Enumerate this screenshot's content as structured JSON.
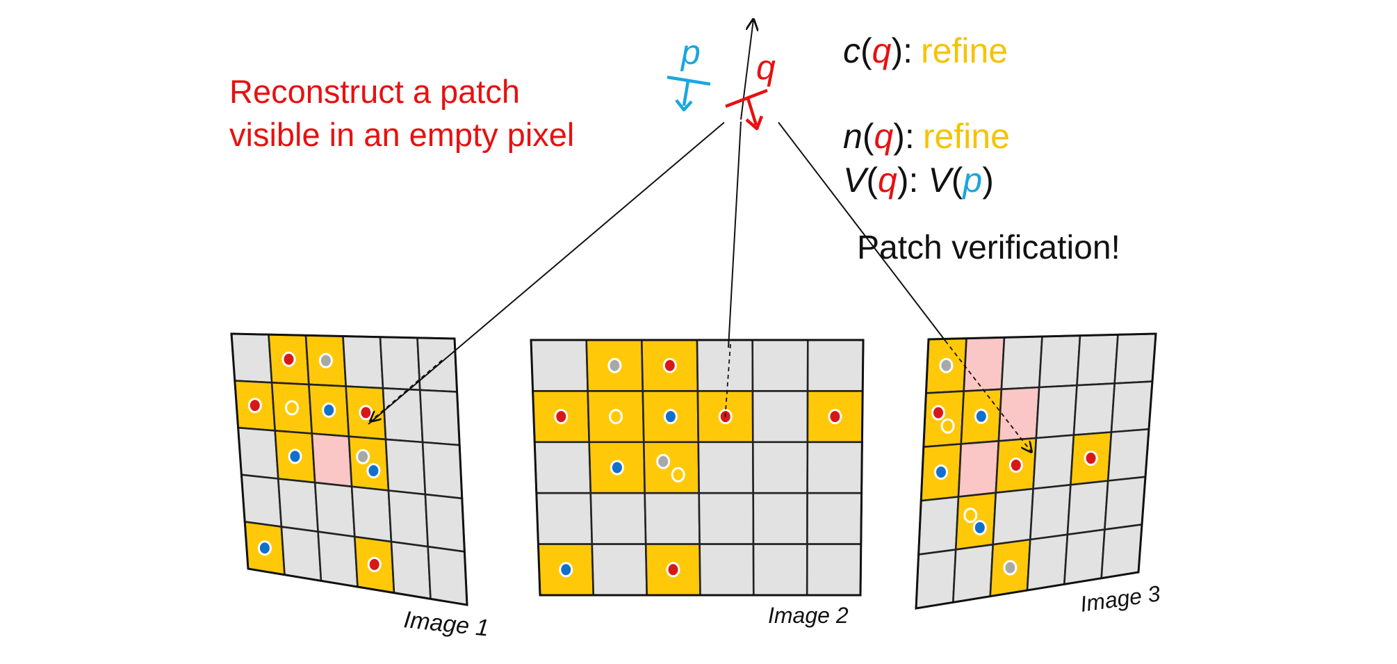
{
  "heading": {
    "line1": "Reconstruct a patch",
    "line2": "visible in an empty pixel"
  },
  "patch_labels": {
    "p": "p",
    "q": "q"
  },
  "attributes": {
    "c": {
      "fn": "c",
      "open": "(",
      "arg": "q",
      "close": "):",
      "value": "refine"
    },
    "n": {
      "fn": "n",
      "open": "(",
      "arg": "q",
      "close": "):",
      "value": "refine"
    },
    "v": {
      "fn": "V",
      "open": "(",
      "arg": "q",
      "close": "):",
      "value_fn": "V",
      "value_open": "(",
      "value_arg": "p",
      "value_close": ")"
    }
  },
  "verification_text": "Patch verification!",
  "images": [
    {
      "label": "Image 1",
      "cells": [
        [
          "g",
          "y",
          "y",
          "g",
          "g",
          "g"
        ],
        [
          "y",
          "y",
          "y",
          "y",
          "g",
          "g"
        ],
        [
          "g",
          "y",
          "p",
          "y",
          "g",
          "g"
        ],
        [
          "g",
          "g",
          "g",
          "g",
          "g",
          "g"
        ],
        [
          "y",
          "g",
          "g",
          "y",
          "g",
          "g"
        ]
      ],
      "dots": [
        {
          "row": 0,
          "col": 1,
          "color": "red"
        },
        {
          "row": 0,
          "col": 2,
          "color": "gray"
        },
        {
          "row": 1,
          "col": 0,
          "color": "red"
        },
        {
          "row": 1,
          "col": 1,
          "color": "hollow"
        },
        {
          "row": 1,
          "col": 2,
          "color": "blue"
        },
        {
          "row": 1,
          "col": 3,
          "color": "red"
        },
        {
          "row": 2,
          "col": 1,
          "color": "blue"
        },
        {
          "row": 2,
          "col": 3,
          "color": "gray"
        },
        {
          "row": 2,
          "col": 3,
          "color": "blue"
        },
        {
          "row": 4,
          "col": 0,
          "color": "blue"
        },
        {
          "row": 4,
          "col": 3,
          "color": "red"
        }
      ]
    },
    {
      "label": "Image 2",
      "cells": [
        [
          "g",
          "y",
          "y",
          "g",
          "g",
          "g"
        ],
        [
          "y",
          "y",
          "y",
          "y",
          "g",
          "y"
        ],
        [
          "g",
          "y",
          "y",
          "g",
          "g",
          "g"
        ],
        [
          "g",
          "g",
          "g",
          "g",
          "g",
          "g"
        ],
        [
          "y",
          "g",
          "y",
          "g",
          "g",
          "g"
        ]
      ],
      "dots": [
        {
          "row": 0,
          "col": 1,
          "color": "gray"
        },
        {
          "row": 0,
          "col": 2,
          "color": "red"
        },
        {
          "row": 1,
          "col": 0,
          "color": "red"
        },
        {
          "row": 1,
          "col": 1,
          "color": "hollow"
        },
        {
          "row": 1,
          "col": 2,
          "color": "blue"
        },
        {
          "row": 1,
          "col": 3,
          "color": "red"
        },
        {
          "row": 1,
          "col": 5,
          "color": "red"
        },
        {
          "row": 2,
          "col": 1,
          "color": "blue"
        },
        {
          "row": 2,
          "col": 2,
          "color": "gray"
        },
        {
          "row": 2,
          "col": 2,
          "color": "hollow"
        },
        {
          "row": 4,
          "col": 0,
          "color": "blue"
        },
        {
          "row": 4,
          "col": 2,
          "color": "red"
        }
      ]
    },
    {
      "label": "Image 3",
      "cells": [
        [
          "y",
          "p",
          "g",
          "g",
          "g",
          "g"
        ],
        [
          "y",
          "y",
          "p",
          "g",
          "g",
          "g"
        ],
        [
          "y",
          "p",
          "y",
          "g",
          "y",
          "g"
        ],
        [
          "g",
          "y",
          "g",
          "g",
          "g",
          "g"
        ],
        [
          "g",
          "g",
          "y",
          "g",
          "g",
          "g"
        ]
      ],
      "dots": [
        {
          "row": 0,
          "col": 0,
          "color": "gray"
        },
        {
          "row": 1,
          "col": 0,
          "color": "red"
        },
        {
          "row": 1,
          "col": 0,
          "color": "hollow"
        },
        {
          "row": 1,
          "col": 1,
          "color": "blue"
        },
        {
          "row": 2,
          "col": 0,
          "color": "blue"
        },
        {
          "row": 2,
          "col": 2,
          "color": "red"
        },
        {
          "row": 2,
          "col": 4,
          "color": "red"
        },
        {
          "row": 3,
          "col": 1,
          "color": "hollow"
        },
        {
          "row": 3,
          "col": 1,
          "color": "blue"
        },
        {
          "row": 4,
          "col": 2,
          "color": "gray"
        }
      ]
    }
  ],
  "colors": {
    "red": "#e81010",
    "cyan": "#1aa6de",
    "orange": "#f5c300",
    "black": "#111111",
    "cell_yellow": "#ffc90a",
    "cell_gray": "#e2e2e2",
    "cell_pink": "#fbc6c6",
    "dot_red": "#d81818",
    "dot_blue": "#1170cc",
    "dot_gray": "#a8a8a8"
  }
}
